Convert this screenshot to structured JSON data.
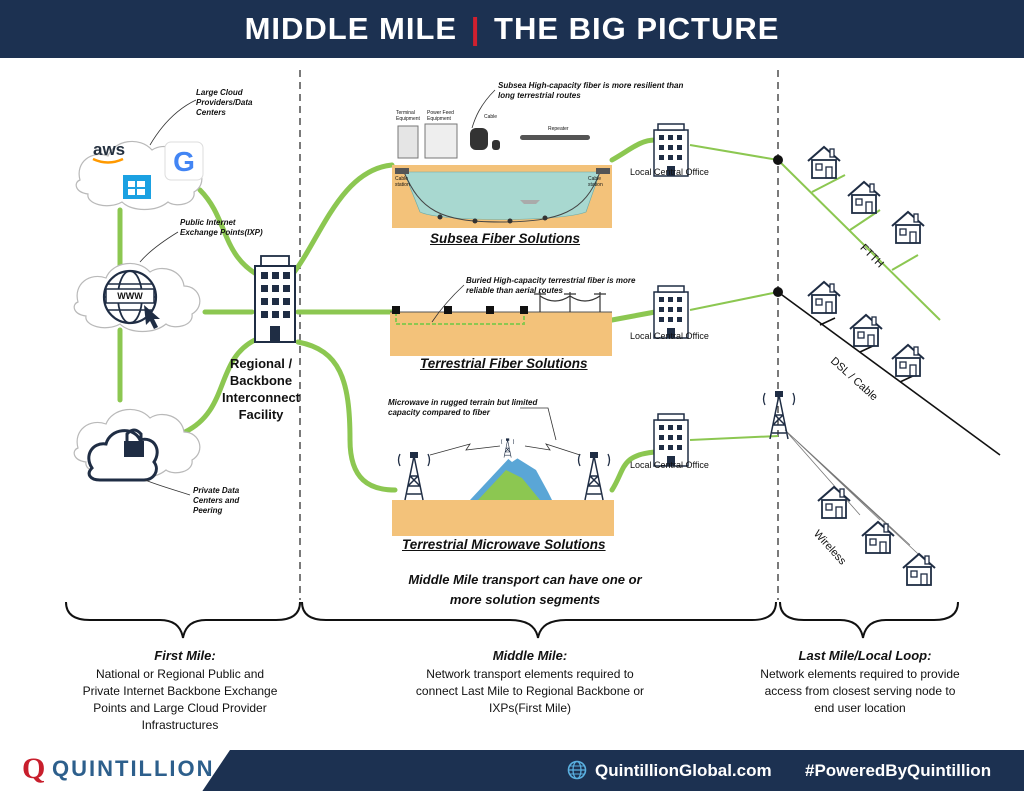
{
  "header": {
    "title_left": "MIDDLE MILE",
    "title_sep": "|",
    "title_right": "THE BIG PICTURE"
  },
  "cloud_labels": {
    "aws": "aws",
    "large_cloud": "Large Cloud Providers/Data Centers",
    "public_ixp": "Public Internet Exchange Points(IXP)",
    "www": "WWW",
    "private_dc": "Private Data Centers and Peering"
  },
  "regional": "Regional / Backbone Interconnect Facility",
  "solutions": {
    "subsea": {
      "title": "Subsea Fiber Solutions",
      "note": "Subsea High-capacity fiber is more resilient than long terrestrial routes",
      "parts": [
        "Terminal Equipment",
        "Power Feed Equipment",
        "Cable",
        "Repeater",
        "Cable station",
        "Cable station"
      ]
    },
    "terrestrial": {
      "title": "Terrestrial Fiber Solutions",
      "note": "Buried High-capacity terrestrial fiber is more reliable than aerial routes"
    },
    "microwave": {
      "title": "Terrestrial Microwave Solutions",
      "note": "Microwave in rugged terrain but limited capacity compared to fiber"
    }
  },
  "local_central_office": "Local Central Office",
  "segments_note": "Middle Mile transport can have one or more solution segments",
  "last_mile": {
    "ftth": "FTTH",
    "dsl": "DSL / Cable",
    "wireless": "Wireless"
  },
  "sections": {
    "first_mile": {
      "title": "First Mile:",
      "desc": "National or Regional Public and Private Internet Backbone Exchange Points and Large Cloud Provider Infrastructures"
    },
    "middle_mile": {
      "title": "Middle Mile:",
      "desc": "Network transport elements required to connect Last Mile to Regional Backbone or IXPs(First Mile)"
    },
    "last_mile": {
      "title": "Last Mile/Local Loop:",
      "desc": "Network elements required to provide access from closest serving node to end user location"
    }
  },
  "footer": {
    "logo_letter": "Q",
    "brand": "QUINTILLION",
    "website": "QuintillionGlobal.com",
    "hashtag": "#PoweredByQuintillion"
  },
  "colors": {
    "navy": "#1c3151",
    "red": "#d0202f",
    "green": "#8cc751",
    "sand": "#f3c27a"
  }
}
